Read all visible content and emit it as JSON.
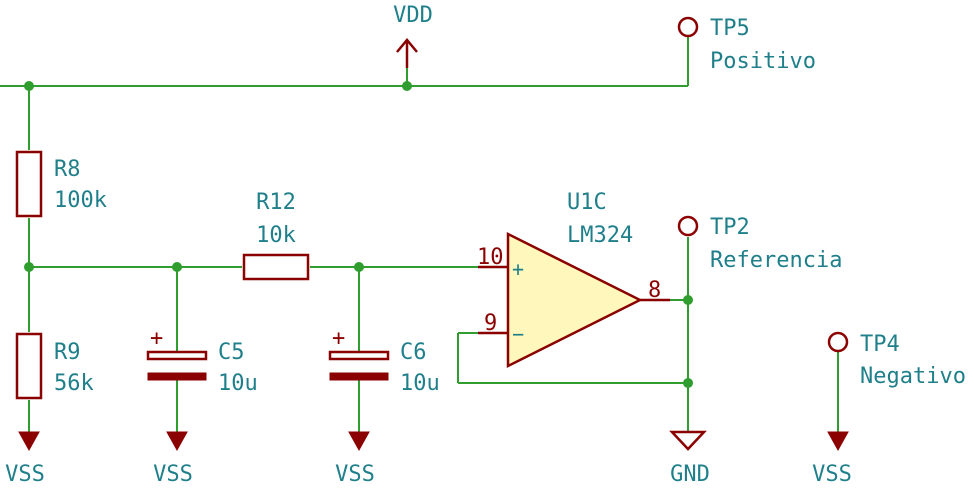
{
  "components": {
    "r8": {
      "ref": "R8",
      "value": "100k"
    },
    "r9": {
      "ref": "R9",
      "value": "56k"
    },
    "r12": {
      "ref": "R12",
      "value": "10k"
    },
    "c5": {
      "ref": "C5",
      "value": "10u",
      "polarity": "+"
    },
    "c6": {
      "ref": "C6",
      "value": "10u",
      "polarity": "+"
    },
    "u1c": {
      "ref": "U1C",
      "value": "LM324",
      "pin_in_plus": "10",
      "pin_in_minus": "9",
      "pin_out": "8",
      "plus_sign": "+",
      "minus_sign": "−"
    },
    "tp5": {
      "ref": "TP5",
      "value": "Positivo"
    },
    "tp2": {
      "ref": "TP2",
      "value": "Referencia"
    },
    "tp4": {
      "ref": "TP4",
      "value": "Negativo"
    }
  },
  "power": {
    "vdd": "VDD",
    "vss": "VSS",
    "gnd": "GND"
  },
  "colors": {
    "wire": "#2f9e2f",
    "component": "#8b0000",
    "label": "#1f7f8a",
    "opamp_fill": "#fff7bb"
  }
}
